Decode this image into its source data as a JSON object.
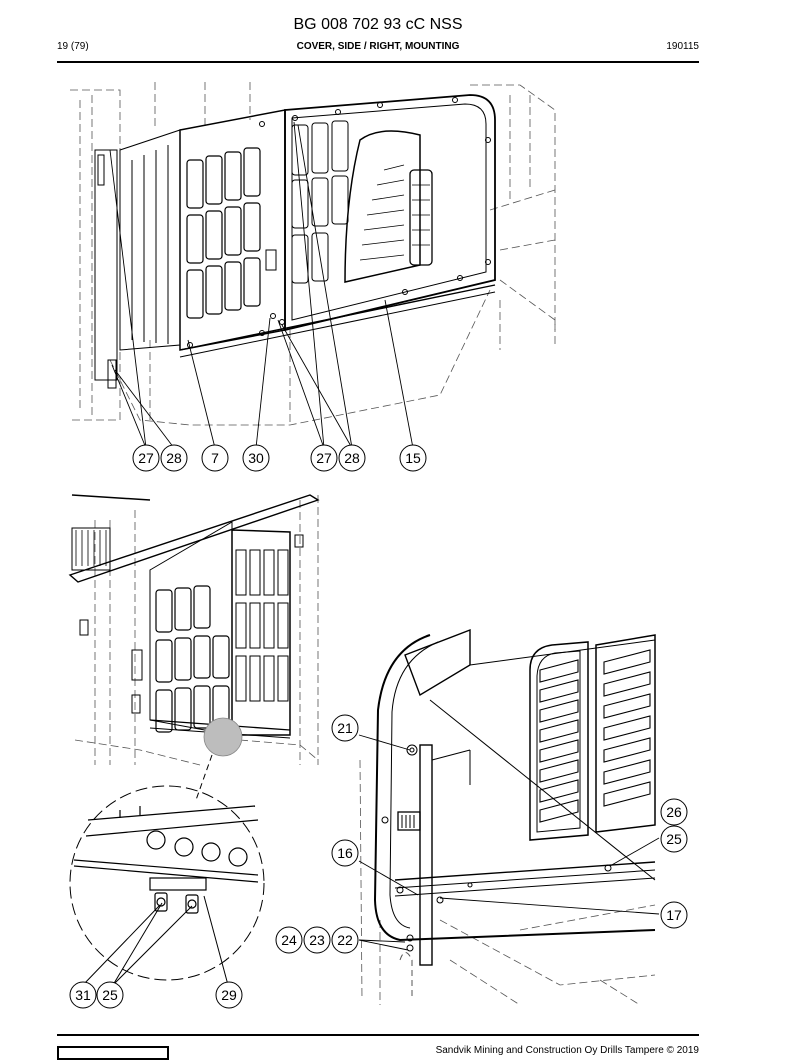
{
  "header": {
    "doc_title": "BG 008 702 93 cC NSS",
    "page": "19 (79)",
    "section": "COVER, SIDE / RIGHT, MOUNTING",
    "date": "190115"
  },
  "footer": {
    "copyright": "Sandvik Mining and Construction Oy Drills Tampere © 2019"
  },
  "callouts": {
    "top": [
      "27",
      "28",
      "7",
      "30",
      "27",
      "28",
      "15"
    ],
    "detail": [
      "31",
      "25",
      "29"
    ],
    "right": [
      "21",
      "26",
      "25",
      "16",
      "17",
      "24",
      "23",
      "22"
    ]
  }
}
